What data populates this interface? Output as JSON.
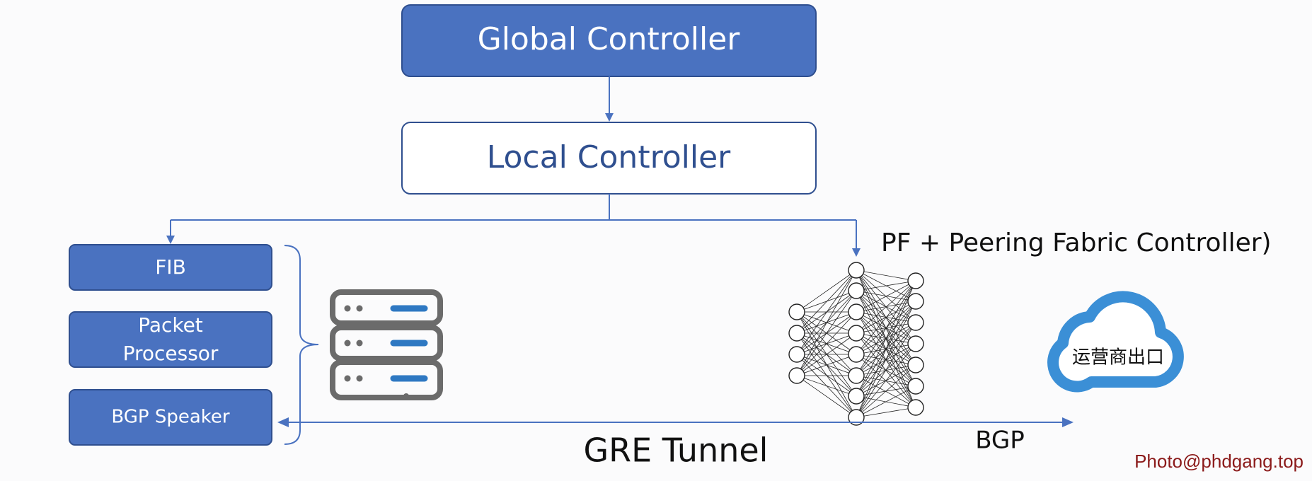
{
  "boxes": {
    "global_controller": "Global Controller",
    "local_controller": "Local Controller",
    "fib": "FIB",
    "packet_processor_line1": "Packet",
    "packet_processor_line2": "Processor",
    "bgp_speaker": "BGP Speaker"
  },
  "labels": {
    "pf_controller": "PF + Peering Fabric Controller)",
    "gre_tunnel": "GRE Tunnel",
    "bgp": "BGP",
    "cloud": "运营商出口"
  },
  "watermark": "Photo@phdgang.top",
  "icons": [
    "server-stack-icon",
    "neural-network-icon",
    "cloud-icon"
  ],
  "colors": {
    "box_fill": "#4a72c0",
    "box_stroke": "#2f4f8f",
    "line": "#4a72c0",
    "cloud": "#3b8fd6",
    "server": "#6b6b6b",
    "server_accent": "#2e78c2"
  }
}
